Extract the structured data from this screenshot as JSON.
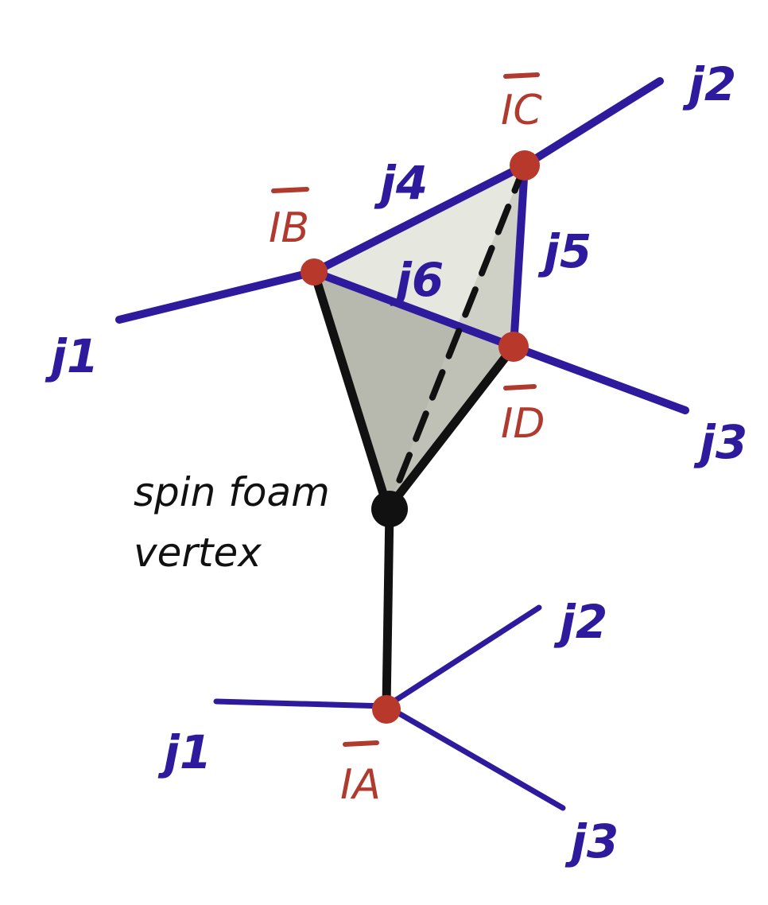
{
  "colors": {
    "spin_link": "#2e1a9c",
    "intertwiner_node": "#b8392b",
    "vertex_edge": "#111111",
    "face_light": "#e6e7de",
    "face_mid": "#cfd0c6",
    "face_dark": "#b5b6ac"
  },
  "labels": {
    "top_j1": "j1",
    "top_j2": "j2",
    "top_j3": "j3",
    "j4": "j4",
    "j5": "j5",
    "j6": "j6",
    "IB": "IB",
    "IC": "IC",
    "ID": "ID",
    "spinfoam_line1": "spin foam",
    "spinfoam_line2": "vertex",
    "bottom_j1": "j1",
    "bottom_j2": "j2",
    "bottom_j3": "j3",
    "IA": "IA"
  }
}
